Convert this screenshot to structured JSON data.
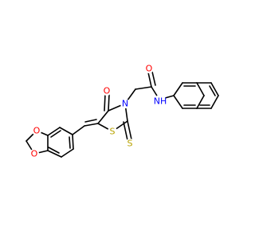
{
  "molecule": {
    "atoms": [
      {
        "id": "O_benz1",
        "symbol": "O",
        "color": "#ff0000"
      },
      {
        "id": "O_benz2",
        "symbol": "O",
        "color": "#ff0000"
      },
      {
        "id": "O_carbonyl_ring",
        "symbol": "O",
        "color": "#ff0000"
      },
      {
        "id": "O_amide",
        "symbol": "O",
        "color": "#ff0000"
      },
      {
        "id": "S_ring",
        "symbol": "S",
        "color": "#b8a300"
      },
      {
        "id": "S_thione",
        "symbol": "S",
        "color": "#b8a300"
      },
      {
        "id": "N_ring",
        "symbol": "N",
        "color": "#0000ff"
      },
      {
        "id": "NH_amide",
        "symbol": "NH",
        "color": "#0000ff"
      }
    ]
  }
}
